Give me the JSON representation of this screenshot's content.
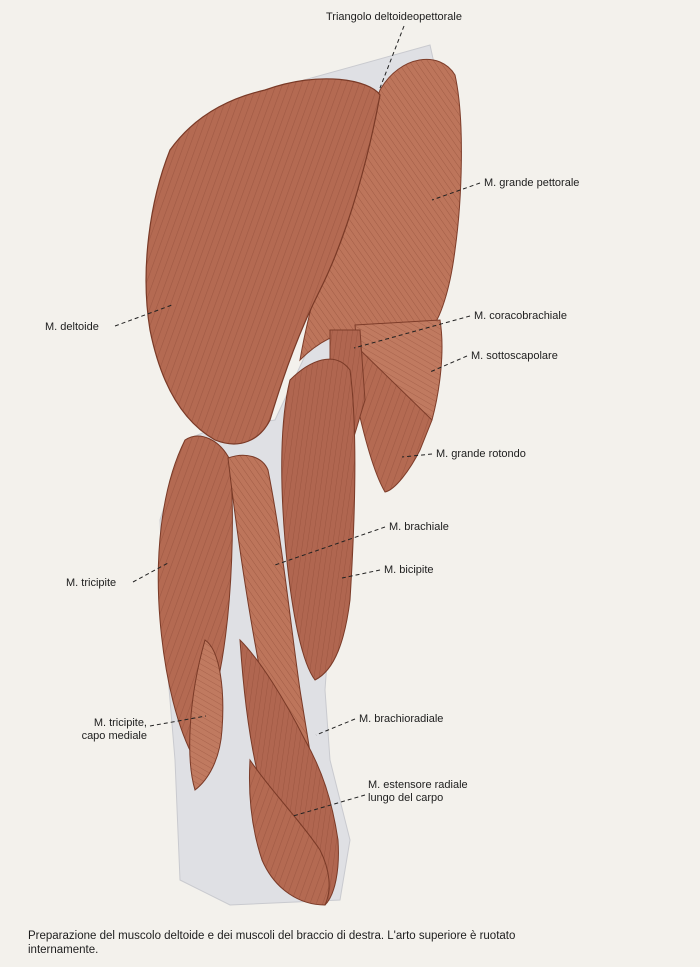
{
  "labels": {
    "triangolo": "Triangolo deltoideopettorale",
    "grande_pettorale": "M. grande pettorale",
    "deltoide": "M. deltoide",
    "coracobrachiale": "M. coracobrachiale",
    "sottoscapolare": "M. sottoscapolare",
    "grande_rotondo": "M. grande rotondo",
    "brachiale": "M. brachiale",
    "tricipite": "M. tricipite",
    "bicipite": "M. bicipite",
    "tricipite_mediale_l1": "M. tricipite,",
    "tricipite_mediale_l2": "capo mediale",
    "brachioradiale": "M. brachioradiale",
    "estensore_l1": "M. estensore radiale",
    "estensore_l2": "lungo del carpo"
  },
  "caption": {
    "line1": "Preparazione del muscolo deltoide e dei muscoli del braccio di destra. L'arto superiore è ruotato",
    "line2": "internamente."
  },
  "colors": {
    "muscle_base": "#b46a52",
    "muscle_dark": "#8e4a36",
    "muscle_light": "#cf8c72",
    "tendon": "#dfe0e4",
    "background": "#f3f1ec"
  }
}
